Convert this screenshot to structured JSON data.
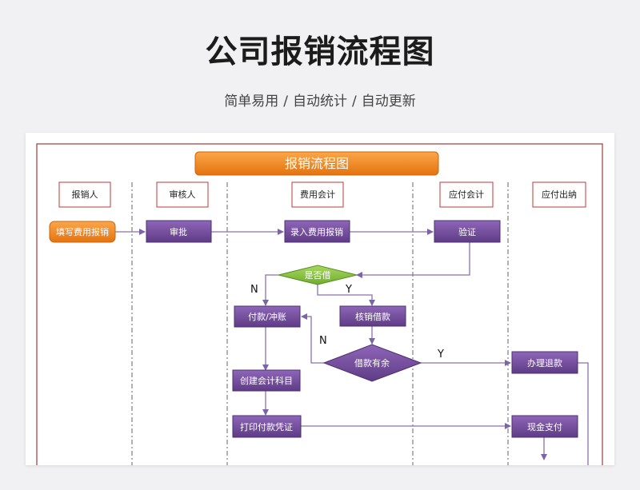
{
  "page": {
    "title": "公司报销流程图",
    "subtitle_parts": [
      "简单易用",
      "自动统计",
      "自动更新"
    ],
    "separator": "/"
  },
  "diagram": {
    "banner": "报销流程图",
    "lanes": [
      "报销人",
      "审核人",
      "费用会计",
      "应付会计",
      "应付出纳"
    ],
    "nodes": {
      "fill_expense": "填写费用报销",
      "review": "审批",
      "enter_expense": "录入费用报销",
      "verify": "验证",
      "is_borrowed": "是否借",
      "pay_offset": "付款/冲账",
      "writeoff_loan": "核销借款",
      "loan_balance": "借款有余",
      "create_account": "创建会计科目",
      "refund": "办理退款",
      "print_voucher": "打印付款凭证",
      "cash_payment": "现金支付"
    },
    "labels": {
      "yes": "Y",
      "no": "N"
    }
  },
  "colors": {
    "process": "#7a4fa3",
    "start": "#f08a1e",
    "decision": "#8cc63f",
    "border": "#a0383a",
    "arrow": "#8a70b0"
  }
}
